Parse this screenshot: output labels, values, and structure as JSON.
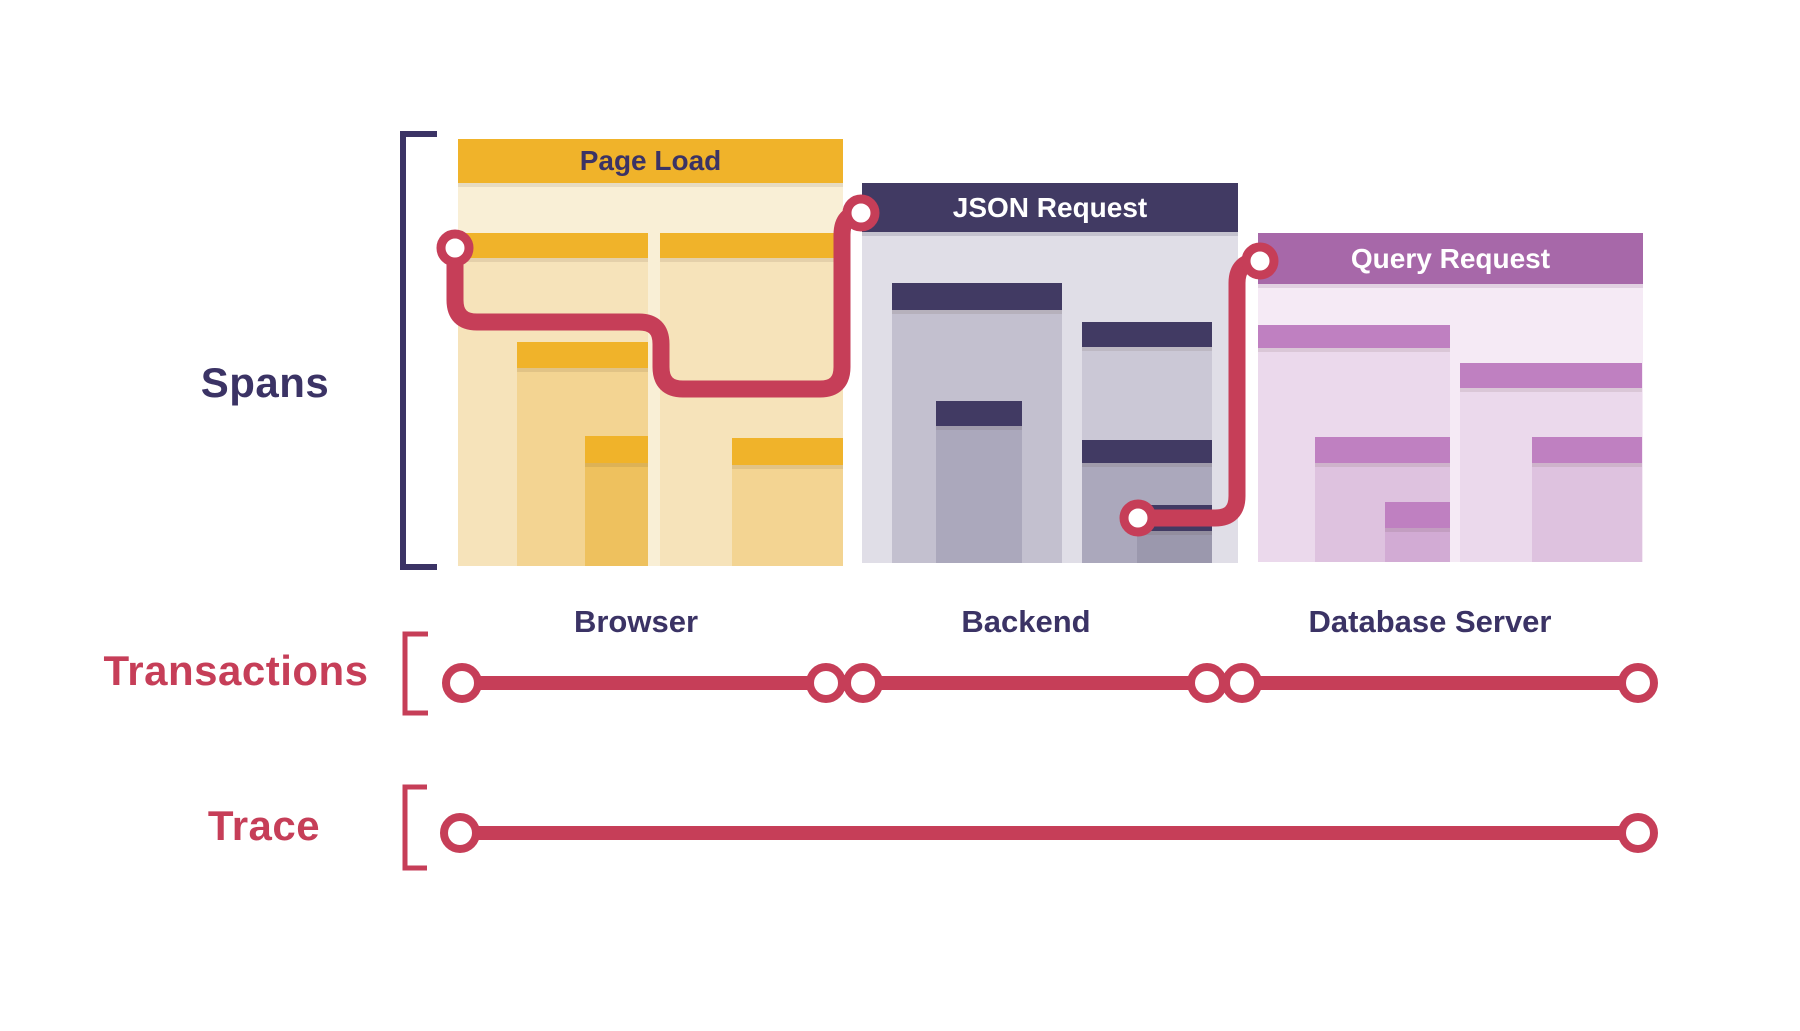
{
  "row_labels": {
    "spans": "Spans",
    "transactions": "Transactions",
    "trace": "Trace"
  },
  "blocks": [
    {
      "title": "Page Load",
      "caption": "Browser"
    },
    {
      "title": "JSON Request",
      "caption": "Backend"
    },
    {
      "title": "Query Request",
      "caption": "Database Server"
    }
  ],
  "colors": {
    "red": "#C63E58",
    "navy": "#3B3365",
    "yellow": "#F0B32A",
    "cream": "#F9EFD6",
    "beige1": "#F6E3BA",
    "beige2": "#F3D492",
    "beige3": "#EEC15E",
    "navyheader": "#413A63",
    "gray0": "#E0DEE7",
    "gray1": "#C3C0CF",
    "gray1b": "#CBC8D6",
    "gray2": "#ABA8BC",
    "gray3": "#9B98AD",
    "purple": "#A768A9",
    "purplesub": "#BF80C1",
    "pink0": "#F5EAF5",
    "pink1": "#EBD9EC",
    "pink2": "#DEC2DF",
    "pink3": "#D2ABD4"
  }
}
